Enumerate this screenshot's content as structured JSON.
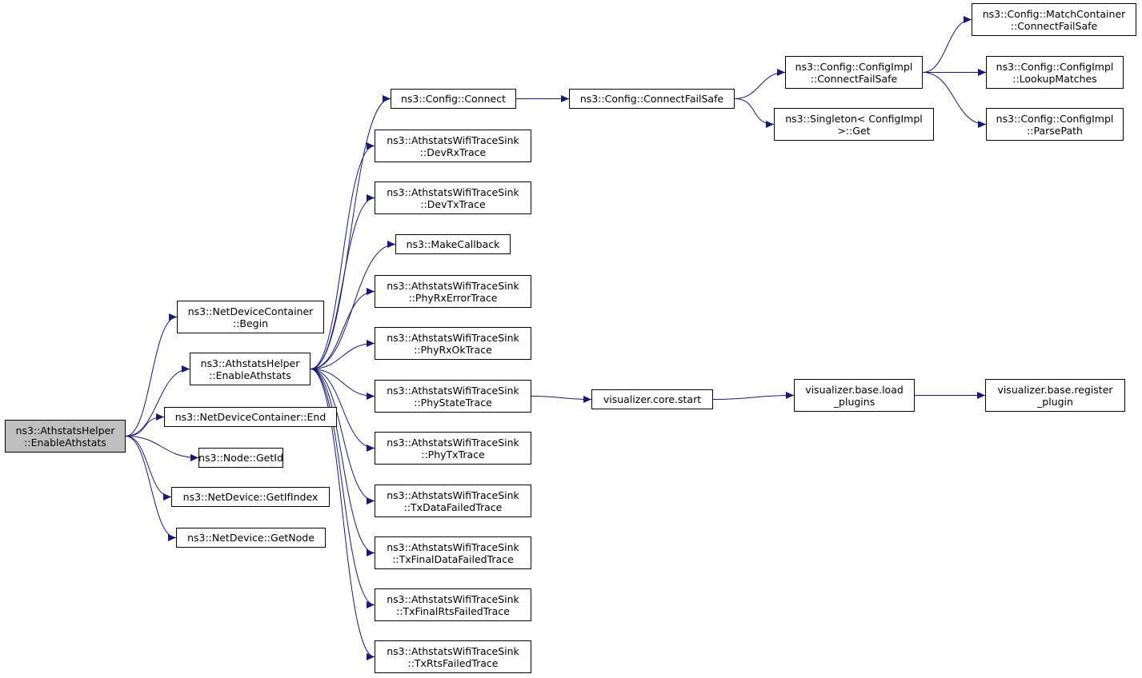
{
  "colors": {
    "edge": "#191970",
    "root_fill": "#bfbfbf",
    "node_fill": "#ffffff",
    "border": "#000000"
  },
  "nodes": [
    {
      "id": "root",
      "lines": [
        "ns3::AthstatsHelper",
        "::EnableAthstats"
      ],
      "root": true
    },
    {
      "id": "ndc_begin",
      "lines": [
        "ns3::NetDeviceContainer",
        "::Begin"
      ]
    },
    {
      "id": "helper_enable",
      "lines": [
        "ns3::AthstatsHelper",
        "::EnableAthstats"
      ]
    },
    {
      "id": "ndc_end",
      "lines": [
        "ns3::NetDeviceContainer::End"
      ]
    },
    {
      "id": "node_getid",
      "lines": [
        "ns3::Node::GetId"
      ]
    },
    {
      "id": "nd_getifindex",
      "lines": [
        "ns3::NetDevice::GetIfIndex"
      ]
    },
    {
      "id": "nd_getnode",
      "lines": [
        "ns3::NetDevice::GetNode"
      ]
    },
    {
      "id": "config_connect",
      "lines": [
        "ns3::Config::Connect"
      ]
    },
    {
      "id": "sink_devrx",
      "lines": [
        "ns3::AthstatsWifiTraceSink",
        "::DevRxTrace"
      ]
    },
    {
      "id": "sink_devtx",
      "lines": [
        "ns3::AthstatsWifiTraceSink",
        "::DevTxTrace"
      ]
    },
    {
      "id": "makecallback",
      "lines": [
        "ns3::MakeCallback"
      ]
    },
    {
      "id": "sink_phyrxerror",
      "lines": [
        "ns3::AthstatsWifiTraceSink",
        "::PhyRxErrorTrace"
      ]
    },
    {
      "id": "sink_phyrxok",
      "lines": [
        "ns3::AthstatsWifiTraceSink",
        "::PhyRxOkTrace"
      ]
    },
    {
      "id": "sink_phystate",
      "lines": [
        "ns3::AthstatsWifiTraceSink",
        "::PhyStateTrace"
      ]
    },
    {
      "id": "sink_phytx",
      "lines": [
        "ns3::AthstatsWifiTraceSink",
        "::PhyTxTrace"
      ]
    },
    {
      "id": "sink_txdatafailed",
      "lines": [
        "ns3::AthstatsWifiTraceSink",
        "::TxDataFailedTrace"
      ]
    },
    {
      "id": "sink_txfinaldatafailed",
      "lines": [
        "ns3::AthstatsWifiTraceSink",
        "::TxFinalDataFailedTrace"
      ]
    },
    {
      "id": "sink_txfinalrtsfailed",
      "lines": [
        "ns3::AthstatsWifiTraceSink",
        "::TxFinalRtsFailedTrace"
      ]
    },
    {
      "id": "sink_txrtsfailed",
      "lines": [
        "ns3::AthstatsWifiTraceSink",
        "::TxRtsFailedTrace"
      ]
    },
    {
      "id": "config_connectfailsafe",
      "lines": [
        "ns3::Config::ConnectFailSafe"
      ]
    },
    {
      "id": "configimpl_connectfailsafe",
      "lines": [
        "ns3::Config::ConfigImpl",
        "::ConnectFailSafe"
      ]
    },
    {
      "id": "singleton_get",
      "lines": [
        "ns3::Singleton< ConfigImpl",
        ">::Get"
      ]
    },
    {
      "id": "matchcontainer_connectfailsafe",
      "lines": [
        "ns3::Config::MatchContainer",
        "::ConnectFailSafe"
      ]
    },
    {
      "id": "configimpl_lookupmatches",
      "lines": [
        "ns3::Config::ConfigImpl",
        "::LookupMatches"
      ]
    },
    {
      "id": "configimpl_parsepath",
      "lines": [
        "ns3::Config::ConfigImpl",
        "::ParsePath"
      ]
    },
    {
      "id": "vis_core_start",
      "lines": [
        "visualizer.core.start"
      ]
    },
    {
      "id": "vis_base_loadplugins",
      "lines": [
        "visualizer.base.load",
        "_plugins"
      ]
    },
    {
      "id": "vis_base_registerplugin",
      "lines": [
        "visualizer.base.register",
        "_plugin"
      ]
    }
  ],
  "edges": [
    [
      "root",
      "ndc_begin"
    ],
    [
      "root",
      "helper_enable"
    ],
    [
      "root",
      "ndc_end"
    ],
    [
      "root",
      "node_getid"
    ],
    [
      "root",
      "nd_getifindex"
    ],
    [
      "root",
      "nd_getnode"
    ],
    [
      "helper_enable",
      "config_connect"
    ],
    [
      "helper_enable",
      "sink_devrx"
    ],
    [
      "helper_enable",
      "sink_devtx"
    ],
    [
      "helper_enable",
      "makecallback"
    ],
    [
      "helper_enable",
      "sink_phyrxerror"
    ],
    [
      "helper_enable",
      "sink_phyrxok"
    ],
    [
      "helper_enable",
      "sink_phystate"
    ],
    [
      "helper_enable",
      "sink_phytx"
    ],
    [
      "helper_enable",
      "sink_txdatafailed"
    ],
    [
      "helper_enable",
      "sink_txfinaldatafailed"
    ],
    [
      "helper_enable",
      "sink_txfinalrtsfailed"
    ],
    [
      "helper_enable",
      "sink_txrtsfailed"
    ],
    [
      "config_connect",
      "config_connectfailsafe"
    ],
    [
      "config_connectfailsafe",
      "configimpl_connectfailsafe"
    ],
    [
      "config_connectfailsafe",
      "singleton_get"
    ],
    [
      "configimpl_connectfailsafe",
      "matchcontainer_connectfailsafe"
    ],
    [
      "configimpl_connectfailsafe",
      "configimpl_lookupmatches"
    ],
    [
      "configimpl_connectfailsafe",
      "configimpl_parsepath"
    ],
    [
      "sink_phystate",
      "vis_core_start"
    ],
    [
      "vis_core_start",
      "vis_base_loadplugins"
    ],
    [
      "vis_base_loadplugins",
      "vis_base_registerplugin"
    ]
  ]
}
